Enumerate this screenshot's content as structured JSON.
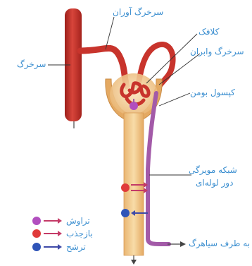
{
  "labels": {
    "afferent_arteriole": "سرخرگ آوران",
    "artery": "سرخرگ",
    "glomerulus": "کلافک",
    "efferent_arteriole": "سرخرگ وابران",
    "bowman_capsule": "کپسول بومن",
    "peritubular_network_line1": "شبکه مویرگی",
    "peritubular_network_line2": "دور لوله‌ای",
    "to_vein": "به طرف سیاهرگ"
  },
  "legend": [
    {
      "label": "تراوش",
      "dot_color": "#b24fbf",
      "arrow_color": "#c43a67"
    },
    {
      "label": "بازجذب",
      "dot_color": "#e03a3a",
      "arrow_color": "#c43a67"
    },
    {
      "label": "ترشح",
      "dot_color": "#2f54b8",
      "arrow_color": "#3f4aa8"
    }
  ],
  "colors": {
    "label_text": "#3c8fd0",
    "artery_red": "#c8342c",
    "tubule": "#f0c98a",
    "capillary_purple": "#a35aa8"
  }
}
